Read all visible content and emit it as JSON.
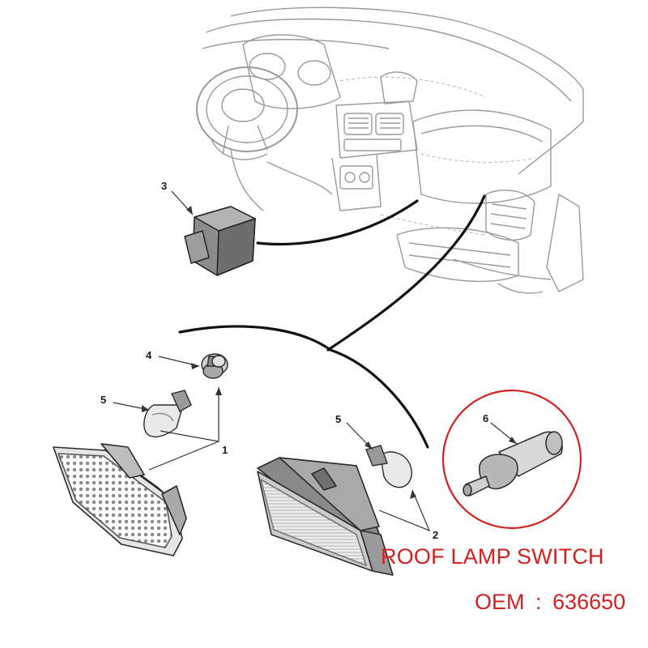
{
  "colors": {
    "accent_red": "#d42020",
    "line_art": "#4a4a4a",
    "dash_art": "#9a9a9a",
    "lens_fill": "#d8d8d8"
  },
  "callouts": {
    "c1": "1",
    "c2": "2",
    "c3": "3",
    "c4": "4",
    "c5a": "5",
    "c5b": "5",
    "c6": "6"
  },
  "product": {
    "title": "ROOF LAMP SWITCH",
    "oem_label": "OEM",
    "oem_separator": ":",
    "oem_number": "636650"
  }
}
